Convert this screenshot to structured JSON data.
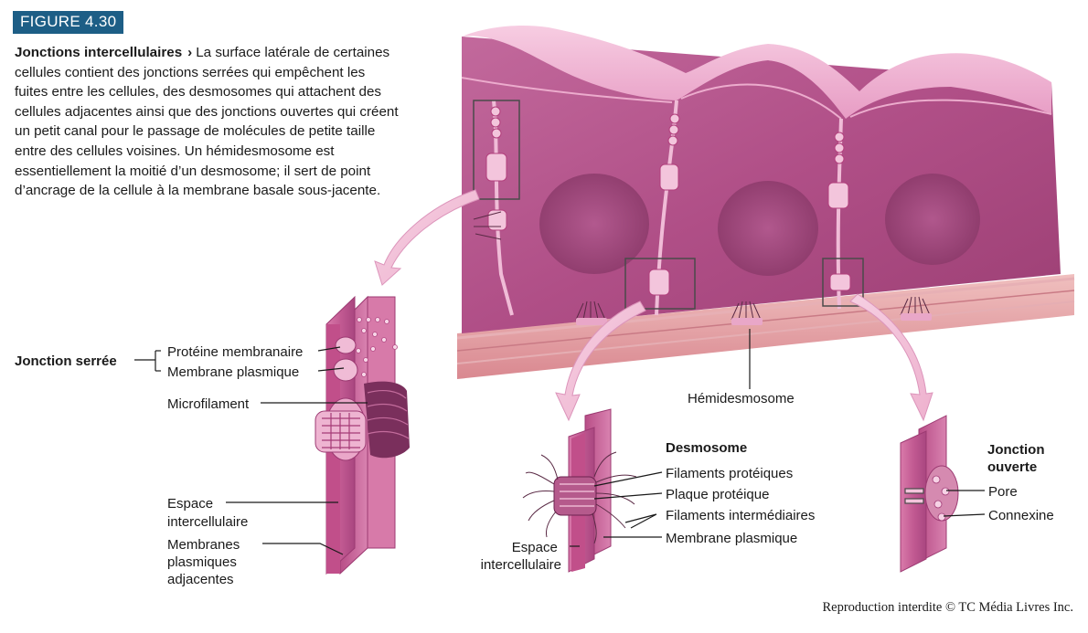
{
  "figure_label": "FIGURE 4.30",
  "caption": {
    "title": "Jonctions intercellulaires",
    "arrow": "›",
    "body": "La surface latérale de certaines cellules contient des jonctions serrées qui empêchent les fuites entre les cellules, des desmosomes qui attachent des cellules adjacentes ainsi que des jonctions ouvertes qui créent un petit canal pour le passage de molécules de petite taille entre des cellules voisines. Un hémidesmosome est essentiellement la moitié d’un desmosome; il sert de point d’ancrage de la cellule à la membrane basale sous-jacente."
  },
  "labels": {
    "jonction_serree": "Jonction serrée",
    "proteine_membranaire": "Protéine membranaire",
    "membrane_plasmique_1": "Membrane plasmique",
    "microfilament": "Microfilament",
    "espace_intercellulaire_1": [
      "Espace",
      "intercellulaire"
    ],
    "membranes_adjacentes": [
      "Membranes",
      "plasmiques",
      "adjacentes"
    ],
    "hemidesmosome": "Hémidesmosome",
    "desmosome": "Desmosome",
    "filaments_proteiques": "Filaments protéiques",
    "plaque_proteique": "Plaque protéique",
    "filaments_intermediaires": "Filaments intermédiaires",
    "membrane_plasmique_2": "Membrane plasmique",
    "espace_intercellulaire_2": [
      "Espace",
      "intercellulaire"
    ],
    "jonction_ouverte": [
      "Jonction",
      "ouverte"
    ],
    "pore": "Pore",
    "connexine": "Connexine"
  },
  "credit": "Reproduction interdite © TC Média Livres Inc.",
  "colors": {
    "figure_badge": "#1d5e86",
    "cell_top": "#f2b8d6",
    "cell_body": "#c95a95",
    "membrane_edge": "#b43d7c",
    "callout_arrow": "#f4c6dc",
    "basement": "#e7a7ab",
    "leader_line": "#1a1a1a"
  }
}
